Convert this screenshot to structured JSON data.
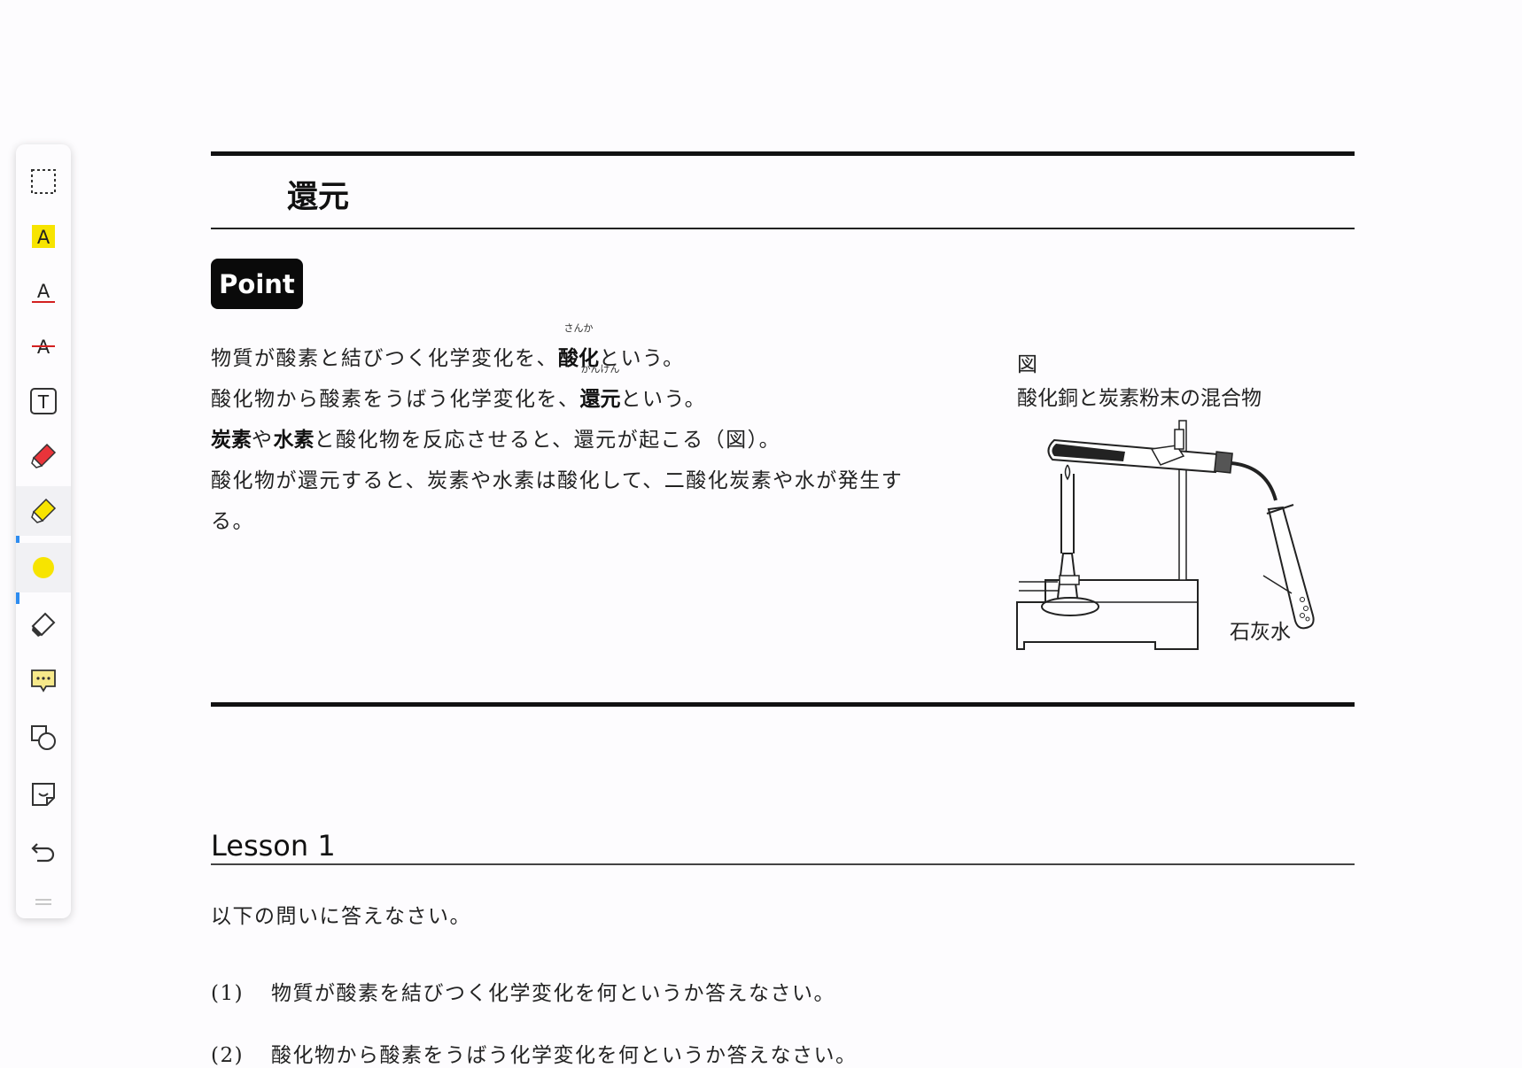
{
  "toolbar": {
    "tools": [
      {
        "name": "select-area-icon"
      },
      {
        "name": "text-highlight-icon",
        "glyph": "A"
      },
      {
        "name": "text-underline-icon",
        "glyph": "A"
      },
      {
        "name": "text-strikethrough-icon",
        "glyph": "A"
      },
      {
        "name": "text-box-icon",
        "glyph": "T"
      },
      {
        "name": "pen-icon"
      },
      {
        "name": "highlighter-icon"
      },
      {
        "name": "color-swatch-icon"
      },
      {
        "name": "eraser-icon"
      },
      {
        "name": "comment-icon"
      },
      {
        "name": "shapes-icon"
      },
      {
        "name": "sticker-icon"
      },
      {
        "name": "undo-icon"
      }
    ],
    "active_tool": "highlighter-icon",
    "selected_color": "#f7e400",
    "accent": "#2e8cf0"
  },
  "section": {
    "title": "還元",
    "point_label": "Point",
    "paragraph": {
      "line1_a": "物質が酸素と結びつく化学変化を、",
      "line1_term": "酸化",
      "line1_ruby": "さんか",
      "line1_b": "という。",
      "line2_a": "酸化物から酸素をうばう化学変化を、",
      "line2_term": "還元",
      "line2_ruby": "かんげん",
      "line2_b": "という。",
      "line3_term1": "炭素",
      "line3_mid": "や",
      "line3_term2": "水素",
      "line3_b": "と酸化物を反応させると、還元が起こる（図）。",
      "line4": "酸化物が還元すると、炭素や水素は酸化して、二酸化炭素や水が発生す",
      "line5": "る。"
    },
    "figure": {
      "label": "図",
      "caption": "酸化銅と炭素粉末の混合物",
      "limewater_label": "石灰水"
    }
  },
  "lesson": {
    "title": "Lesson 1",
    "instruction": "以下の問いに答えなさい。",
    "questions": [
      {
        "num": "(1)",
        "text": "物質が酸素を結びつく化学変化を何というか答えなさい。"
      },
      {
        "num": "(2)",
        "text": "酸化物から酸素をうばう化学変化を何というか答えなさい。"
      }
    ]
  }
}
